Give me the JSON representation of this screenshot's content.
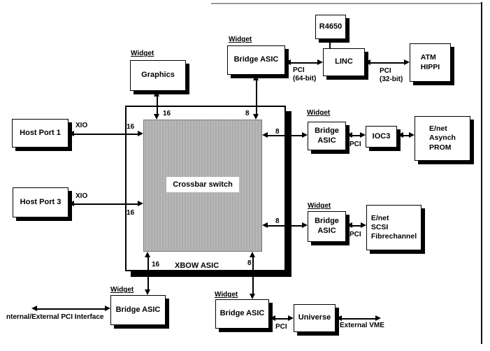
{
  "diagram": {
    "title": "XBOW ASIC crossbar block diagram",
    "colors": {
      "background": "#ffffff",
      "line": "#000000",
      "crossbar_fill": "#b3b3b3",
      "label_bg": "#ffffff"
    },
    "tags": {
      "widget": "Widget"
    },
    "crossbar": {
      "label": "Crossbar switch",
      "asic": "XBOW ASIC"
    },
    "boxes": {
      "graphics": {
        "label": "Graphics"
      },
      "bridge_top": {
        "label": "Bridge ASIC"
      },
      "r4650": {
        "label": "R4650"
      },
      "linc": {
        "label": "LINC"
      },
      "atm_hippi": {
        "label": "ATM\nHIPPI"
      },
      "host_port_1": {
        "label": "Host Port 1"
      },
      "host_port_3": {
        "label": "Host Port 3"
      },
      "bridge_right_upper": {
        "label": "Bridge\nASIC"
      },
      "ioc3": {
        "label": "IOC3"
      },
      "enet_asynch_prom": {
        "label": "E/net\nAsynch\nPROM"
      },
      "bridge_right_lower": {
        "label": "Bridge\nASIC"
      },
      "enet_scsi_fibre": {
        "label": "E/net\nSCSI\nFibrechannel"
      },
      "bridge_bottom_left": {
        "label": "Bridge ASIC"
      },
      "bridge_bottom_mid": {
        "label": "Bridge ASIC"
      },
      "universe": {
        "label": "Universe"
      }
    },
    "bus_labels": {
      "xio": "XIO",
      "pci": "PCI",
      "pci_64": "PCI\n(64-bit)",
      "pci_32": "PCI\n(32-bit)",
      "external_vme": "External VME",
      "internal_external_pci": "nternal/External PCI Interface"
    },
    "port_widths": {
      "w16": "16",
      "w8": "8"
    }
  }
}
